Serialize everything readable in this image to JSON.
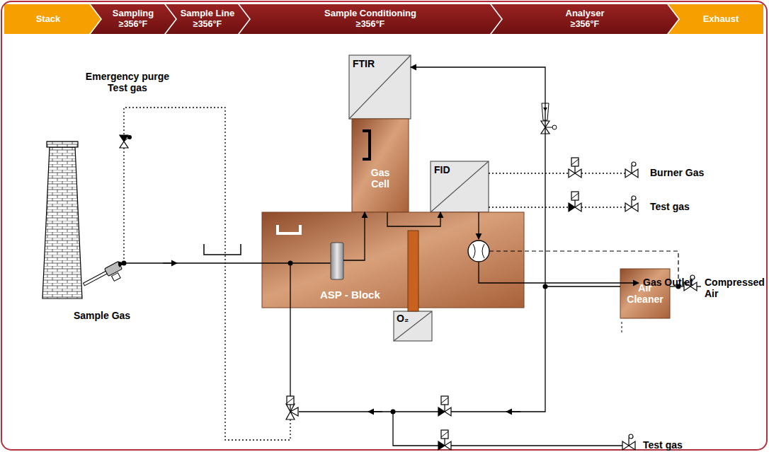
{
  "diagram": {
    "nodes": [
      {
        "text": [
          "Stack"
        ]
      },
      {
        "text": [
          "Sampling",
          "≥356°F"
        ]
      },
      {
        "text": [
          "Sample Line",
          "≥356°F"
        ]
      },
      {
        "text": [
          "Sample Conditioning",
          "≥356°F"
        ]
      },
      {
        "text": [
          "Analyser",
          "≥356°F"
        ]
      },
      {
        "text": [
          "Exhaust"
        ]
      },
      {
        "text": [
          "FTIR"
        ]
      },
      {
        "text": [
          "Gas Cell"
        ]
      },
      {
        "text": [
          "FID"
        ]
      },
      {
        "text": [
          "ASP - Block"
        ]
      },
      {
        "text": [
          "O₂"
        ]
      },
      {
        "text": [
          "Air Cleaner"
        ]
      }
    ],
    "edges": [
      {
        "from": 9,
        "to": 7,
        "arrow": "to"
      },
      {
        "from": 7,
        "to": 8,
        "arrow": "to"
      },
      {
        "from": 11,
        "to": 6,
        "arrow": "to"
      }
    ],
    "labels": [
      "Emergency purge Test gas",
      "Sample Gas",
      "Burner Gas",
      "Test gas",
      "Gas Outlet",
      "Compressed Air",
      "Test gas"
    ]
  }
}
